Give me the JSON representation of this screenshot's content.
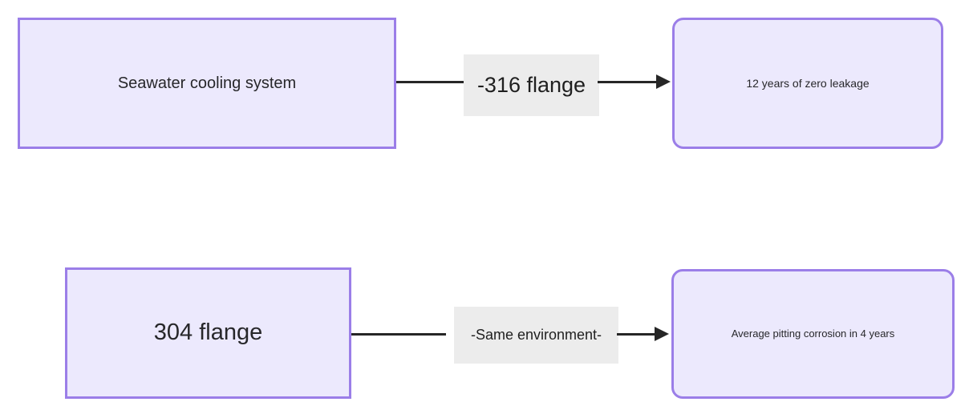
{
  "diagram": {
    "type": "flowchart",
    "direction": "left-to-right",
    "background_color": "#ffffff",
    "node_fill_color": "#ece9fd",
    "node_border_color": "#9b7ee8",
    "edge_color": "#262626",
    "edge_label_background_color": "#ececec",
    "text_color": "#27272a"
  },
  "nodes": [
    {
      "id": "source-top",
      "label": "Seawater cooling system",
      "shape": "rectangle",
      "row": "top"
    },
    {
      "id": "result-top",
      "label": "12 years of zero leakage",
      "shape": "rounded-rectangle",
      "row": "top"
    },
    {
      "id": "source-bottom",
      "label": "304 flange",
      "shape": "rectangle",
      "row": "bottom"
    },
    {
      "id": "result-bottom",
      "label": "Average pitting corrosion in 4 years",
      "shape": "rounded-rectangle",
      "row": "bottom"
    }
  ],
  "edges": [
    {
      "id": "edge-top",
      "from": "source-top",
      "to": "result-top",
      "label": "-316 flange",
      "arrow": "arrowhead-right"
    },
    {
      "id": "edge-bottom",
      "from": "source-bottom",
      "to": "result-bottom",
      "label": "-Same environment-",
      "arrow": "arrowhead-right"
    }
  ]
}
